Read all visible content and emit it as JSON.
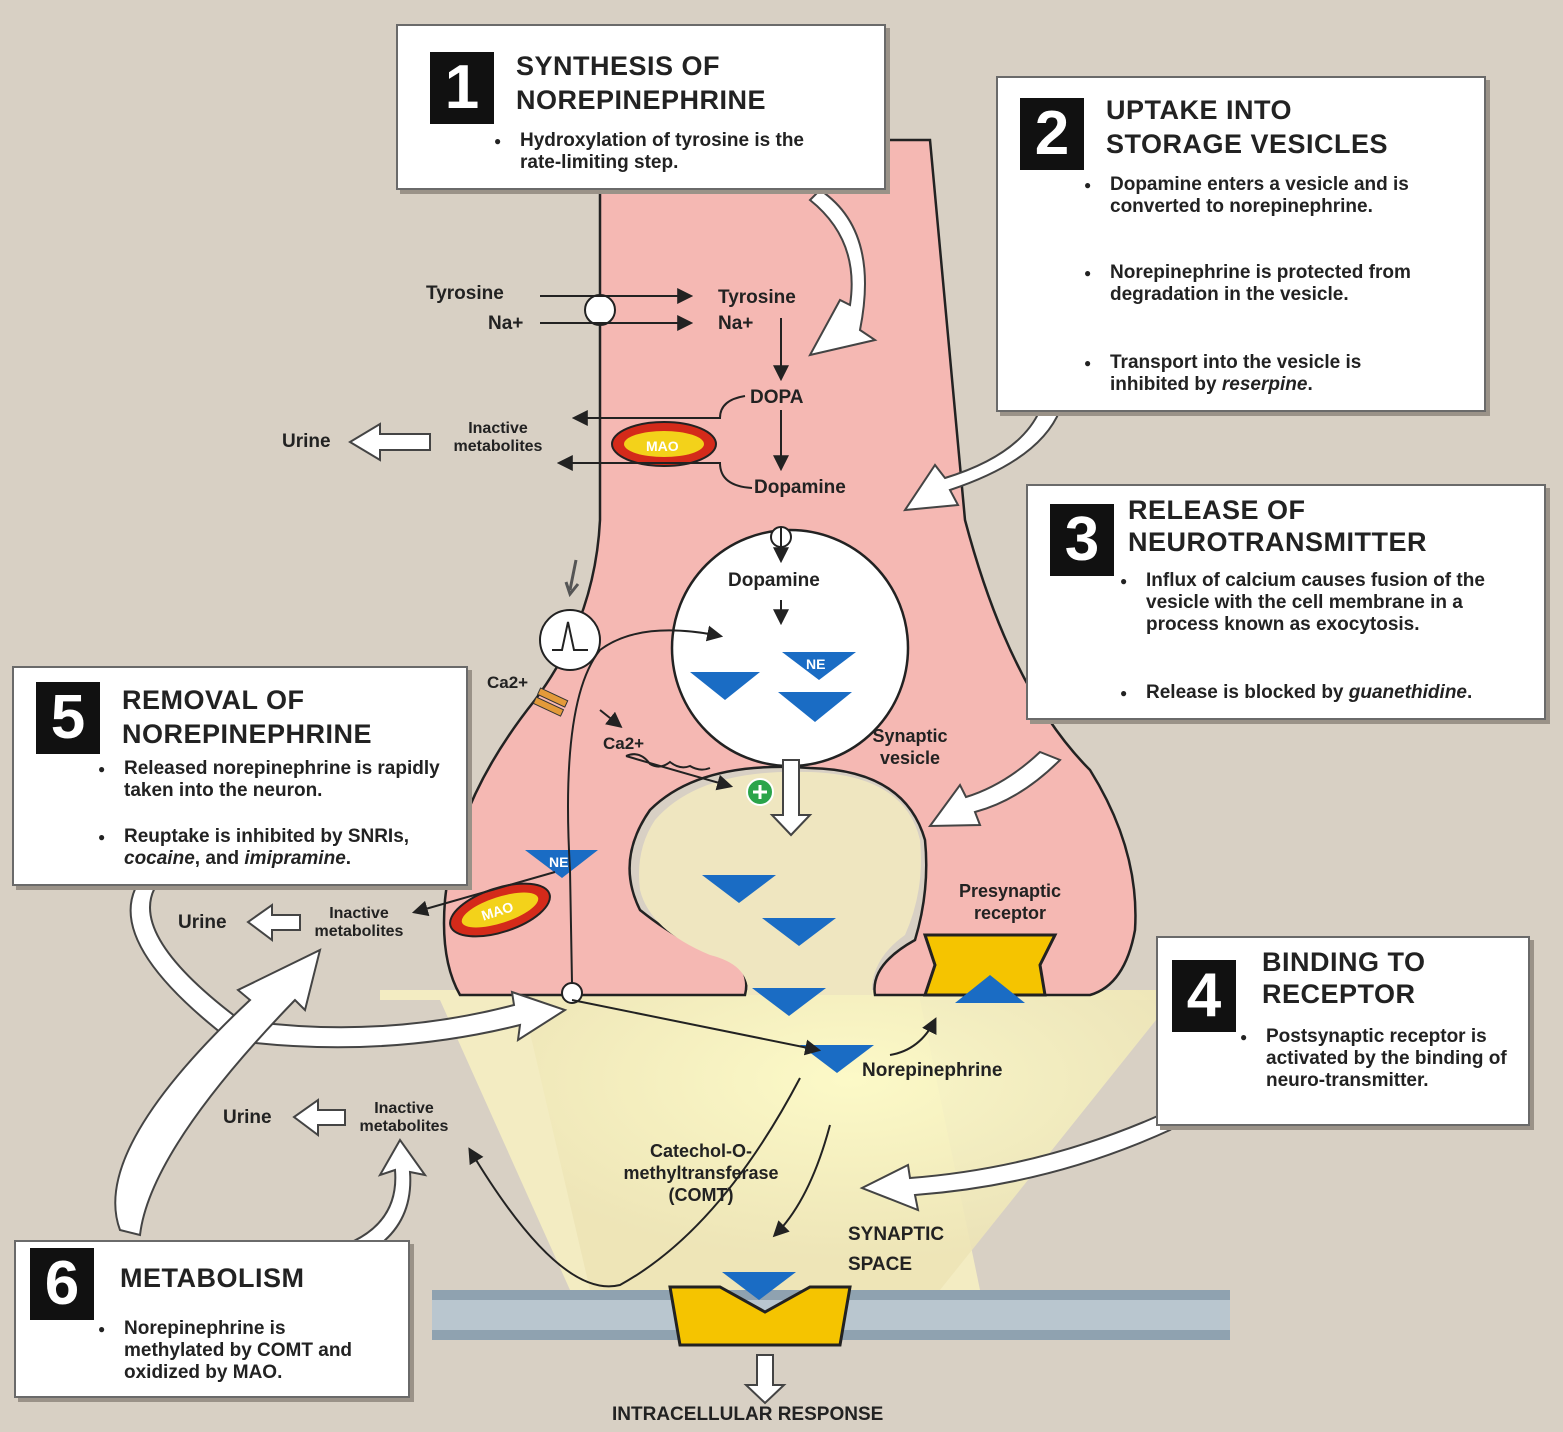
{
  "steps": {
    "s1": {
      "number": "1",
      "title_line1": "SYNTHESIS OF",
      "title_line2": "NOREPINEPHRINE",
      "bullet1": "Hydroxylation of tyrosine is the rate-limiting step."
    },
    "s2": {
      "number": "2",
      "title_line1": "UPTAKE INTO",
      "title_line2": "STORAGE VESICLES",
      "bullet1": "Dopamine enters a vesicle and is converted to norepinephrine.",
      "bullet2": "Norepinephrine is protected from degradation in the vesicle.",
      "bullet3_text": "Transport into the vesicle is inhibited by ",
      "bullet3_drug": "reserpine",
      "bullet3_end": "."
    },
    "s3": {
      "number": "3",
      "title_line1": "RELEASE OF",
      "title_line2": "NEUROTRANSMITTER",
      "bullet1": "Influx of calcium causes fusion of the vesicle with the cell membrane in a process known as exocytosis.",
      "bullet2_text": "Release is blocked by ",
      "bullet2_drug": "guanethidine",
      "bullet2_end": "."
    },
    "s4": {
      "number": "4",
      "title_line1": "BINDING TO",
      "title_line2": "RECEPTOR",
      "bullet1": "Postsynaptic receptor is activated by the binding of neuro-transmitter."
    },
    "s5": {
      "number": "5",
      "title_line1": "REMOVAL OF",
      "title_line2": "NOREPINEPHRINE",
      "bullet1": "Released norepinephrine is rapidly taken into the neuron.",
      "bullet2_text": "Reuptake is inhibited by SNRIs, ",
      "bullet2_drug1": "cocaine",
      "bullet2_mid": ", and ",
      "bullet2_drug2": "imipramine",
      "bullet2_end": "."
    },
    "s6": {
      "number": "6",
      "title": "METABOLISM",
      "bullet1": "Norepinephrine is methylated by COMT and oxidized by MAO."
    }
  },
  "labels": {
    "tyrosine_out": "Tyrosine",
    "na_out": "Na+",
    "tyrosine_in": "Tyrosine",
    "na_in": "Na+",
    "dopa": "DOPA",
    "dopamine": "Dopamine",
    "dopamine_vesicle": "Dopamine",
    "urine": "Urine",
    "inactive_metabolites": "Inactive metabolites",
    "mao": "MAO",
    "ne": "NE",
    "ca": "Ca2+",
    "synaptic_vesicle": "Synaptic vesicle",
    "presynaptic_receptor": "Presynaptic receptor",
    "norepinephrine": "Norepinephrine",
    "comt": "Catechol-O-methyltransferase (COMT)",
    "synaptic_space": "SYNAPTIC SPACE",
    "intracellular_response": "INTRACELLULAR RESPONSE"
  },
  "colors": {
    "background": "#d8d0c4",
    "neuron": "#f5b8b3",
    "transmitter": "#1a6cc4",
    "receptor": "#f5c400",
    "mao": "#d42a1a"
  }
}
